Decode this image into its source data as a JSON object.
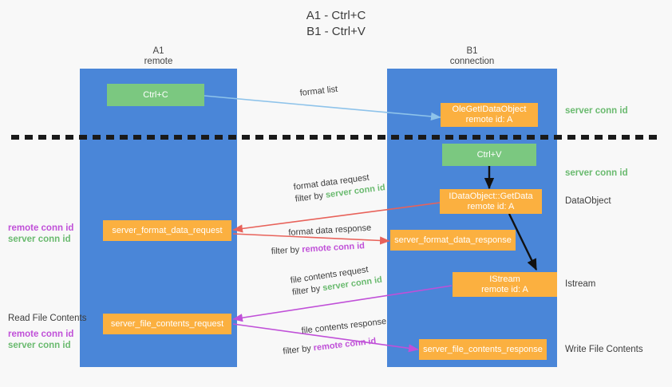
{
  "title": {
    "line1": "A1 - Ctrl+C",
    "line2": "B1 - Ctrl+V"
  },
  "columns": [
    {
      "id": "a1",
      "name": "A1",
      "subtitle": "remote"
    },
    {
      "id": "b1",
      "name": "B1",
      "subtitle": "connection"
    }
  ],
  "nodes": {
    "ctrl_c": {
      "label": "Ctrl+C",
      "color": "#7bc880"
    },
    "idataobject": {
      "line1": "OleGetIDataObject",
      "line2": "remote id: A",
      "color": "#fbb040"
    },
    "ctrl_v": {
      "label": "Ctrl+V",
      "color": "#7bc880"
    },
    "getdata": {
      "line1": "IDataObject::GetData",
      "line2": "remote id: A",
      "color": "#fbb040"
    },
    "format_data_request": {
      "label": "server_format_data_request",
      "color": "#fbb040"
    },
    "format_data_response": {
      "label": "server_format_data_response",
      "color": "#fbb040"
    },
    "istream": {
      "line1": "IStream",
      "line2": "remote id: A",
      "color": "#fbb040"
    },
    "file_contents_request": {
      "label": "server_file_contents_request",
      "color": "#fbb040"
    },
    "file_contents_response": {
      "label": "server_file_contents_response",
      "color": "#fbb040"
    }
  },
  "right_labels": {
    "server_conn_id_top": "server conn id",
    "server_conn_id_second": "server conn id",
    "dataobject": "DataObject",
    "istream": "Istream",
    "write_file_contents": "Write File Contents"
  },
  "left_labels": {
    "remote_conn_id_mid": "remote conn id",
    "server_conn_id_mid": "server conn id",
    "read_file_contents": "Read File Contents",
    "remote_conn_id_bottom": "remote conn id",
    "server_conn_id_bottom": "server conn id"
  },
  "edges": {
    "format_list": "format list",
    "format_data_request": "format data request",
    "format_data_request_filter_prefix": "filter by ",
    "format_data_request_filter_value": "server conn id",
    "format_data_response": "format data response",
    "format_data_response_filter_prefix": "filter by ",
    "format_data_response_filter_value": "remote conn id",
    "file_contents_request": "file contents request",
    "file_contents_request_filter_prefix": "filter by ",
    "file_contents_request_filter_value": "server conn id",
    "file_contents_response": "file contents response",
    "file_contents_response_filter_prefix": "filter by ",
    "file_contents_response_filter_value": "remote conn id"
  },
  "colors": {
    "column_blue": "#4a86d8",
    "green": "#7bc880",
    "orange": "#fbb040",
    "conn_green_text": "#6aba6f",
    "conn_purple_text": "#c050d8",
    "arrow_lightblue": "#8ec3ea",
    "arrow_red": "#e8625a",
    "arrow_magenta": "#c050d8",
    "arrow_black": "#111111",
    "background": "#f8f8f8"
  }
}
